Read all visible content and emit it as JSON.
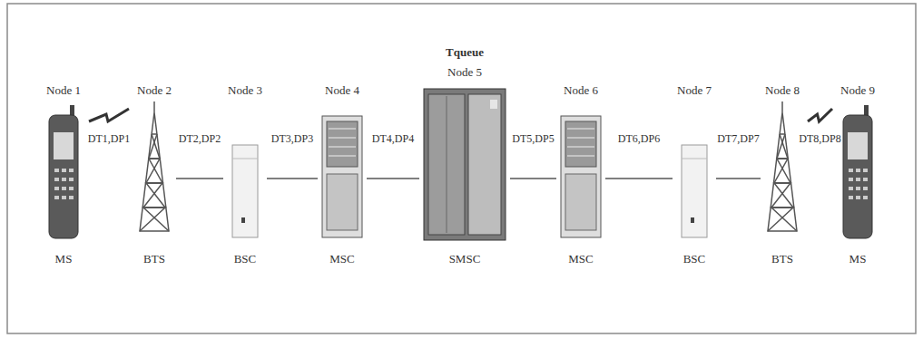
{
  "diagram": {
    "nodes": [
      {
        "text": [
          "Node 1",
          "MS"
        ]
      },
      {
        "text": [
          "Node 2",
          "BTS"
        ]
      },
      {
        "text": [
          "Node 3",
          "BSC"
        ]
      },
      {
        "text": [
          "Node 4",
          "MSC"
        ]
      },
      {
        "text": [
          "Node 5",
          "SMSC"
        ]
      },
      {
        "text": [
          "Node 6",
          "MSC"
        ]
      },
      {
        "text": [
          "Node 7",
          "BSC"
        ]
      },
      {
        "text": [
          "Node 8",
          "BTS"
        ]
      },
      {
        "text": [
          "Node 9",
          "MS"
        ]
      }
    ],
    "edges": [
      {
        "from": 0,
        "to": 1,
        "arrow": "none",
        "label": "DT1,DP1"
      },
      {
        "from": 1,
        "to": 2,
        "arrow": "none",
        "label": "DT2,DP2"
      },
      {
        "from": 2,
        "to": 3,
        "arrow": "none",
        "label": "DT3,DP3"
      },
      {
        "from": 3,
        "to": 4,
        "arrow": "none",
        "label": "DT4,DP4"
      },
      {
        "from": 4,
        "to": 5,
        "arrow": "none",
        "label": "DT5,DP5"
      },
      {
        "from": 5,
        "to": 6,
        "arrow": "none",
        "label": "DT6,DP6"
      },
      {
        "from": 6,
        "to": 7,
        "arrow": "none",
        "label": "DT7,DP7"
      },
      {
        "from": 7,
        "to": 8,
        "arrow": "none",
        "label": "DT8,DP8"
      }
    ],
    "labels": [
      "Tqueue"
    ]
  }
}
